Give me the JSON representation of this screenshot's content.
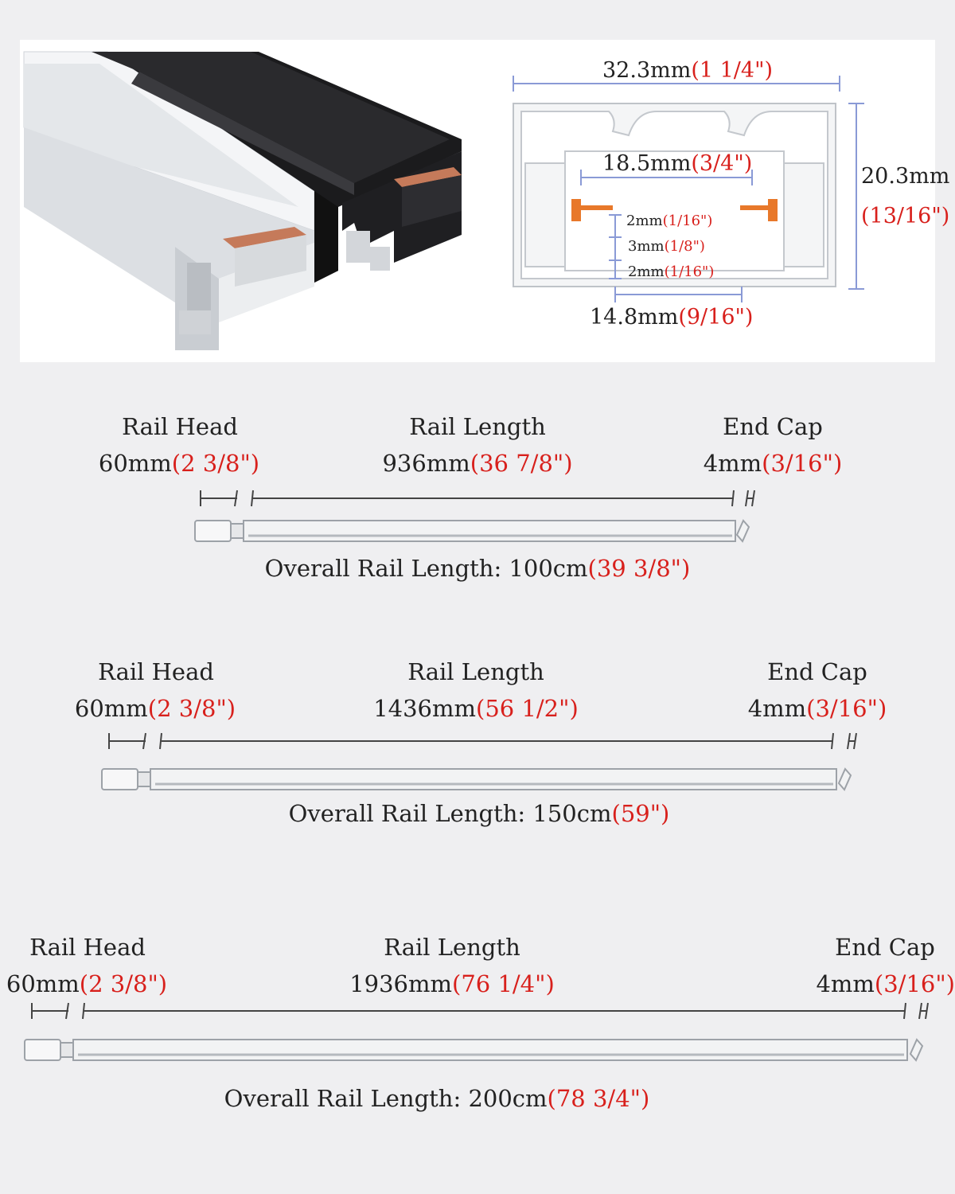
{
  "profile": {
    "width_mm": "32.3mm",
    "width_in": "(1 1/4\")",
    "inner_mm": "18.5mm",
    "inner_in": "(3/4\")",
    "height_mm": "20.3mm",
    "height_in": "(13/16\")",
    "gap_top_mm": "2mm",
    "gap_top_in": "(1/16\")",
    "gap_mid_mm": "3mm",
    "gap_mid_in": "(1/8\")",
    "gap_bot_mm": "2mm",
    "gap_bot_in": "(1/16\")",
    "bottom_mm": "14.8mm",
    "bottom_in": "(9/16\")"
  },
  "labels": {
    "rail_head": "Rail Head",
    "rail_length": "Rail Length",
    "end_cap": "End Cap",
    "overall_prefix": "Overall Rail Length: "
  },
  "rails": [
    {
      "head_mm": "60mm",
      "head_in": "(2 3/8\")",
      "length_mm": "936mm",
      "length_in": "(36 7/8\")",
      "cap_mm": "4mm",
      "cap_in": "(3/16\")",
      "overall_cm": "100cm",
      "overall_in": "(39 3/8\")"
    },
    {
      "head_mm": "60mm",
      "head_in": "(2 3/8\")",
      "length_mm": "1436mm",
      "length_in": "(56 1/2\")",
      "cap_mm": "4mm",
      "cap_in": "(3/16\")",
      "overall_cm": "150cm",
      "overall_in": "(59\")"
    },
    {
      "head_mm": "60mm",
      "head_in": "(2 3/8\")",
      "length_mm": "1936mm",
      "length_in": "(76 1/4\")",
      "cap_mm": "4mm",
      "cap_in": "(3/16\")",
      "overall_cm": "200cm",
      "overall_in": "(78 3/4\")"
    }
  ],
  "colors": {
    "background": "#efeff1",
    "imperial_text": "#d8201c",
    "dimension_line": "#8a9ad6",
    "contact": "#e8782a"
  }
}
